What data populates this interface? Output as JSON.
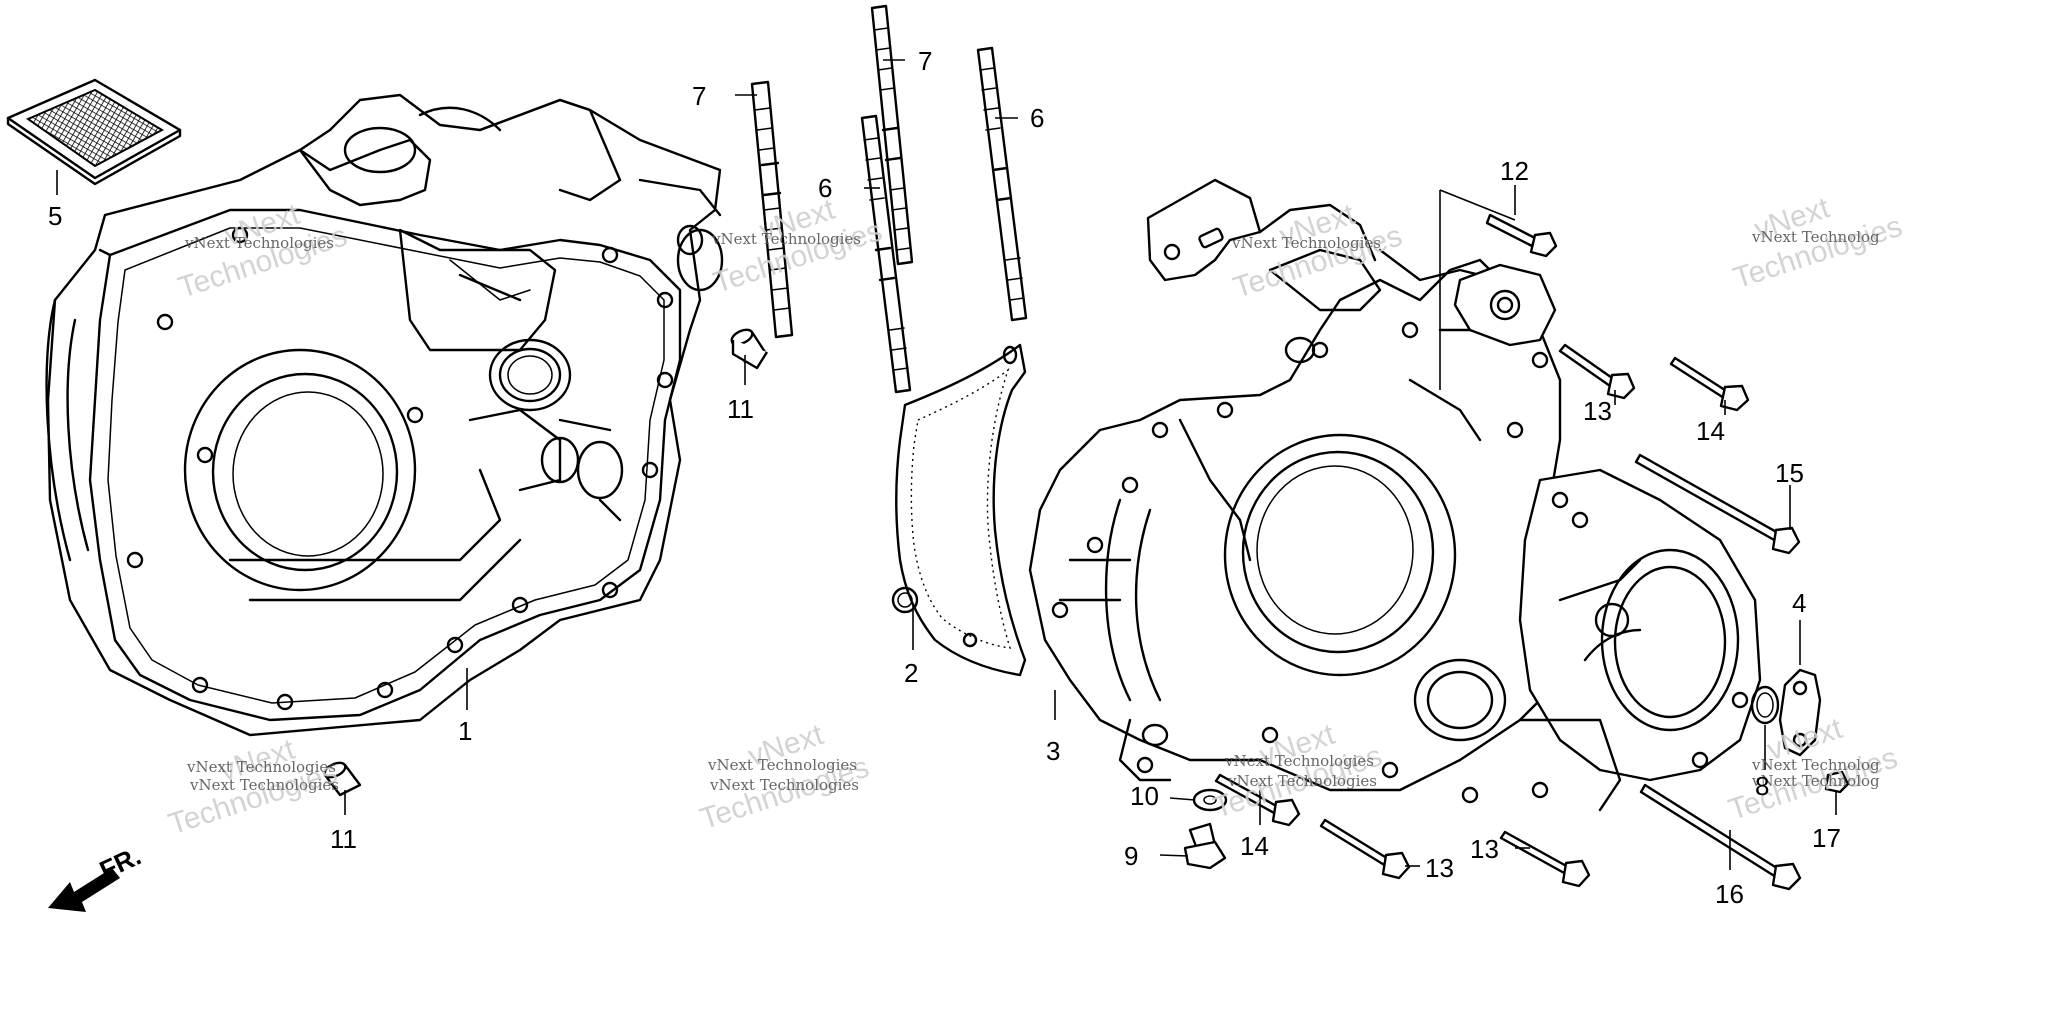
{
  "diagram": {
    "callouts": [
      {
        "id": "c1",
        "label": "1"
      },
      {
        "id": "c2",
        "label": "2"
      },
      {
        "id": "c3",
        "label": "3"
      },
      {
        "id": "c4",
        "label": "4"
      },
      {
        "id": "c5",
        "label": "5"
      },
      {
        "id": "c6a",
        "label": "6"
      },
      {
        "id": "c6b",
        "label": "6"
      },
      {
        "id": "c7a",
        "label": "7"
      },
      {
        "id": "c7b",
        "label": "7"
      },
      {
        "id": "c8",
        "label": "8"
      },
      {
        "id": "c9",
        "label": "9"
      },
      {
        "id": "c10",
        "label": "10"
      },
      {
        "id": "c11a",
        "label": "11"
      },
      {
        "id": "c11b",
        "label": "11"
      },
      {
        "id": "c12",
        "label": "12"
      },
      {
        "id": "c13a",
        "label": "13"
      },
      {
        "id": "c13b",
        "label": "13"
      },
      {
        "id": "c13c",
        "label": "13"
      },
      {
        "id": "c14a",
        "label": "14"
      },
      {
        "id": "c14b",
        "label": "14"
      },
      {
        "id": "c15",
        "label": "15"
      },
      {
        "id": "c16",
        "label": "16"
      },
      {
        "id": "c17",
        "label": "17"
      }
    ],
    "front_indicator": "FR.",
    "watermarks": {
      "large_line1": "vNext",
      "large_line2": "Technologies",
      "small": "vNext Technologies",
      "cut_small": "vNext Technolog"
    }
  }
}
